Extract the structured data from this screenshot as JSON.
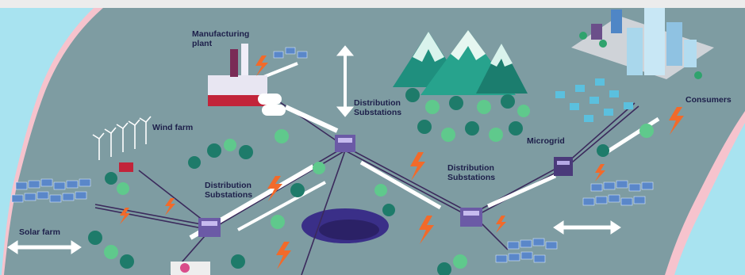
{
  "labels": {
    "manufacturing": "Manufacturing\nplant",
    "distribution_top": "Distribution\nSubstations",
    "wind": "Wind farm",
    "distribution_left": "Distribution\nSubstations",
    "distribution_right": "Distribution\nSubstations",
    "microgrid": "Microgrid",
    "consumers": "Consumers",
    "solar": "Solar farm"
  },
  "colors": {
    "background": "#ececec",
    "ground": "#7e9ca2",
    "sea": "#a8e3f0",
    "shore": "#f6c3cd",
    "power_line": "#3b2a5c",
    "flow_arrow": "#ffffff",
    "lightning": "#f26a2a",
    "tree_dark": "#1e7b6a",
    "tree_light": "#5fc98c",
    "mountain": "#1f8f7e",
    "lake": "#3a2f88",
    "solar_panel": "#5a87c9"
  }
}
